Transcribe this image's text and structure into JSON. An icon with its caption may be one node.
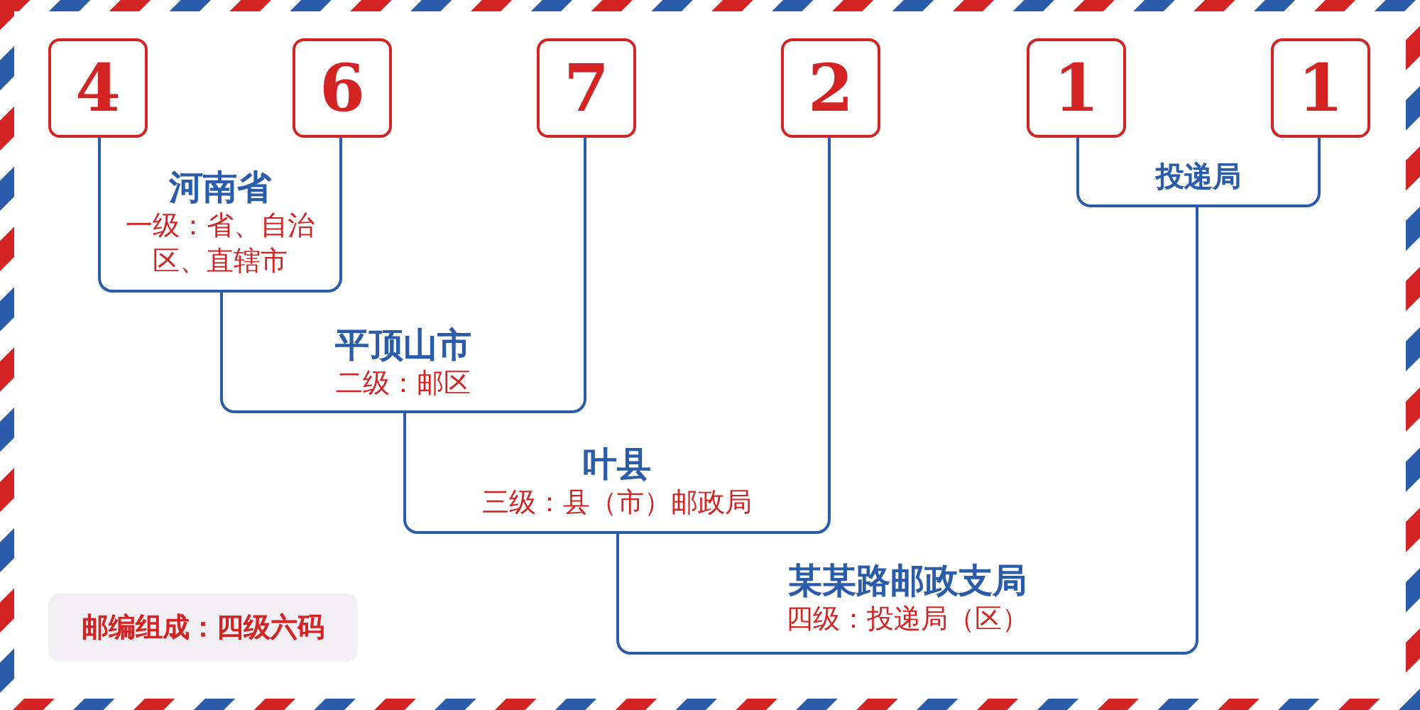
{
  "diagram": {
    "nodes": [
      {
        "text": [
          "4"
        ]
      },
      {
        "text": [
          "6"
        ]
      },
      {
        "text": [
          "7"
        ]
      },
      {
        "text": [
          "2"
        ]
      },
      {
        "text": [
          "1"
        ]
      },
      {
        "text": [
          "1"
        ]
      },
      {
        "text": [
          "河南省",
          "一级：省、自治区、直辖市"
        ]
      },
      {
        "text": [
          "平顶山市",
          "二级：邮区"
        ]
      },
      {
        "text": [
          "叶县",
          "三级：县（市）邮政局"
        ]
      },
      {
        "text": [
          "投递局"
        ]
      },
      {
        "text": [
          "某某路邮政支局",
          "四级：投递局（区）"
        ]
      },
      {
        "text": [
          "邮编组成：四级六码"
        ]
      }
    ],
    "edges": [
      {
        "from": 0,
        "to": 6,
        "arrow": "none"
      },
      {
        "from": 1,
        "to": 6,
        "arrow": "none"
      },
      {
        "from": 6,
        "to": 7,
        "arrow": "none"
      },
      {
        "from": 2,
        "to": 7,
        "arrow": "none"
      },
      {
        "from": 7,
        "to": 8,
        "arrow": "none"
      },
      {
        "from": 3,
        "to": 8,
        "arrow": "none"
      },
      {
        "from": 4,
        "to": 9,
        "arrow": "none"
      },
      {
        "from": 5,
        "to": 9,
        "arrow": "none"
      },
      {
        "from": 8,
        "to": 10,
        "arrow": "none"
      },
      {
        "from": 9,
        "to": 10,
        "arrow": "none"
      }
    ]
  }
}
